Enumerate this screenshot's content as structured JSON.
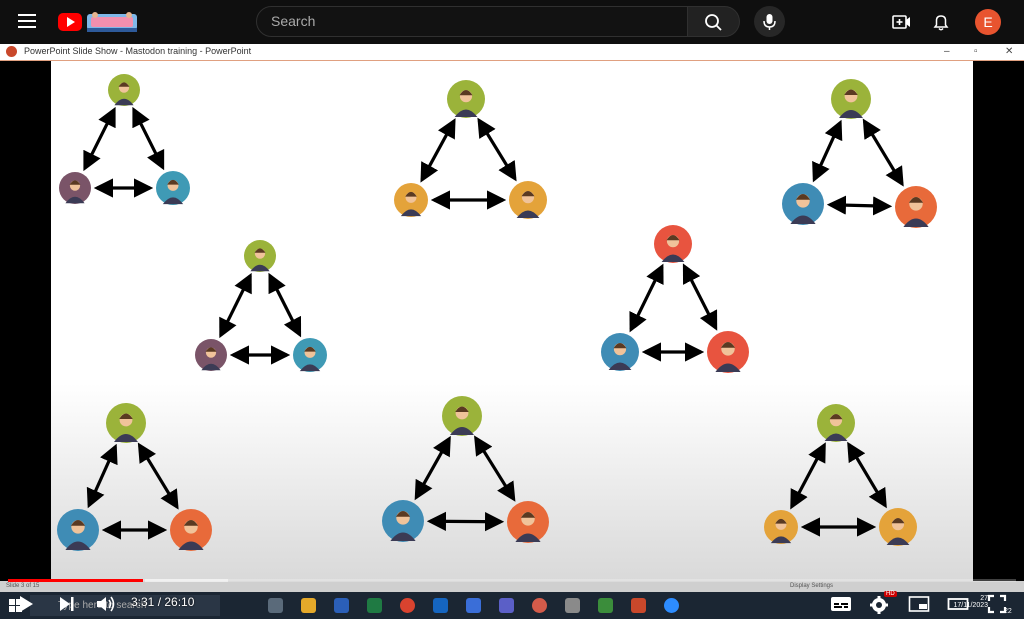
{
  "header": {
    "search_placeholder": "Search",
    "avatar_letter": "E",
    "brand_color": "#ff0000"
  },
  "powerpoint": {
    "window_title": "PowerPoint Slide Show  -  Mastodon training - PowerPoint",
    "slide_indicator": "Slide 3 of 15",
    "display_settings": "Display Settings"
  },
  "player": {
    "current_time": "3:31",
    "separator": " / ",
    "duration": "26:10",
    "progress_fraction": 0.134,
    "hd_badge": "HD"
  },
  "taskbar": {
    "search_placeholder": "Type here to search",
    "clock_time": "27",
    "clock_date": "17/11/2023",
    "notification_count": "22"
  },
  "slide": {
    "groups": 8,
    "people_per_group": 3
  },
  "icons": [
    "menu-icon",
    "youtube-logo",
    "search-icon",
    "mic-icon",
    "create-icon",
    "bell-icon",
    "play-icon",
    "next-icon",
    "volume-icon",
    "captions-icon",
    "settings-icon",
    "miniplayer-icon",
    "theater-icon",
    "fullscreen-icon",
    "windows-icon"
  ]
}
